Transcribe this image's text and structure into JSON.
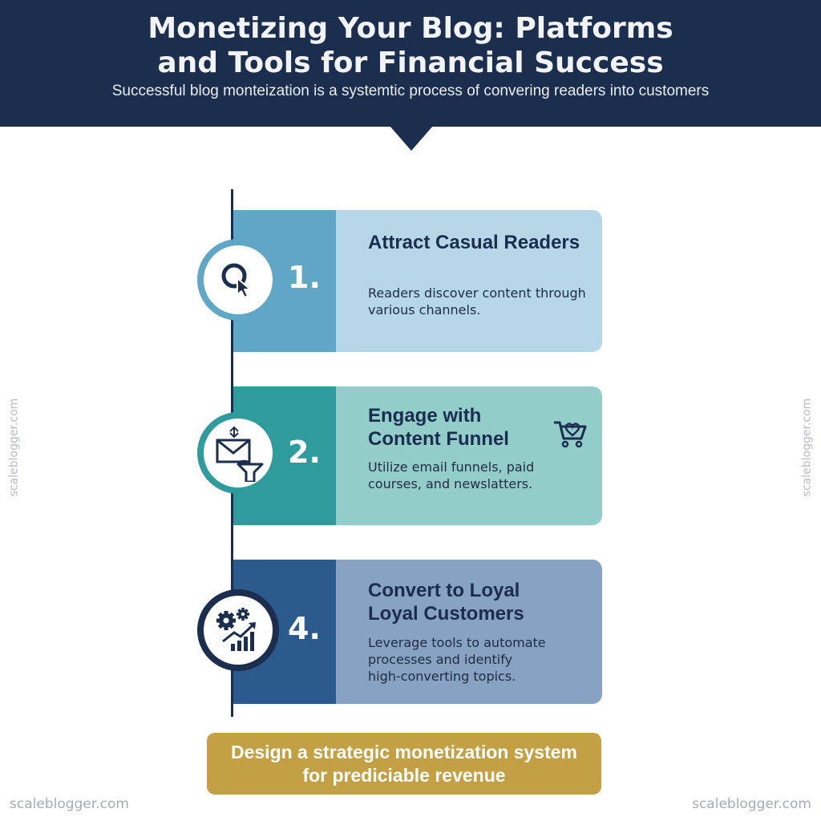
{
  "header": {
    "title_line1": "Monetizing Your Blog: Platforms",
    "title_line2": "and Tools for Financial Success",
    "subtitle": "Successful blog monteization is a systemtic process of convering readers into customers"
  },
  "steps": [
    {
      "number": "1.",
      "title": "Attract Casual Readers",
      "description_line1": "Readers discover content through",
      "description_line2": "various channels.",
      "icon": "search-cursor-icon",
      "panel_color": "#5fa6c7",
      "text_color": "#b5d7e8"
    },
    {
      "number": "2.",
      "title_line1": "Engage with",
      "title_line2": "Content Funnel",
      "description_line1": "Utilize email funnels, paid",
      "description_line2": "courses, and newslatters.",
      "icon": "email-funnel-icon",
      "extra_icon": "shopping-cart-heart-icon",
      "panel_color": "#2f9b9d",
      "text_color": "#92cdc9"
    },
    {
      "number": "4.",
      "title_line1": "Convert to Loyal",
      "title_line2": "Loyal Customers",
      "description_line1": "Leverage tools to automate",
      "description_line2": "processes and identify",
      "description_line3": "high-converting topics.",
      "icon": "gears-growth-chart-icon",
      "panel_color": "#2b5a8c",
      "text_color": "#87a2c3"
    }
  ],
  "cta": {
    "line1": "Design a strategic monetization system",
    "line2": "for prediciable revenue"
  },
  "watermark": "scaleblogger.com",
  "colors": {
    "navy": "#1b2e4e",
    "gold": "#c3a043"
  }
}
